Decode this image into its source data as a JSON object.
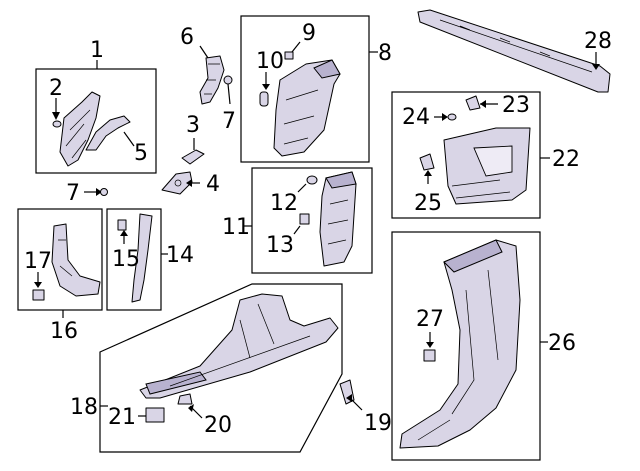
{
  "callouts": {
    "c1": "1",
    "c2": "2",
    "c3": "3",
    "c4": "4",
    "c5": "5",
    "c6": "6",
    "c7a": "7",
    "c7b": "7",
    "c8": "8",
    "c9": "9",
    "c10": "10",
    "c11": "11",
    "c12": "12",
    "c13": "13",
    "c14": "14",
    "c15": "15",
    "c16": "16",
    "c17": "17",
    "c18": "18",
    "c19": "19",
    "c20": "20",
    "c21": "21",
    "c22": "22",
    "c23": "23",
    "c24": "24",
    "c25": "25",
    "c26": "26",
    "c27": "27",
    "c28": "28"
  },
  "colors": {
    "part_fill": "#d9d5e6",
    "part_shade": "#b8b2cf",
    "line": "#000000",
    "background": "#ffffff"
  }
}
